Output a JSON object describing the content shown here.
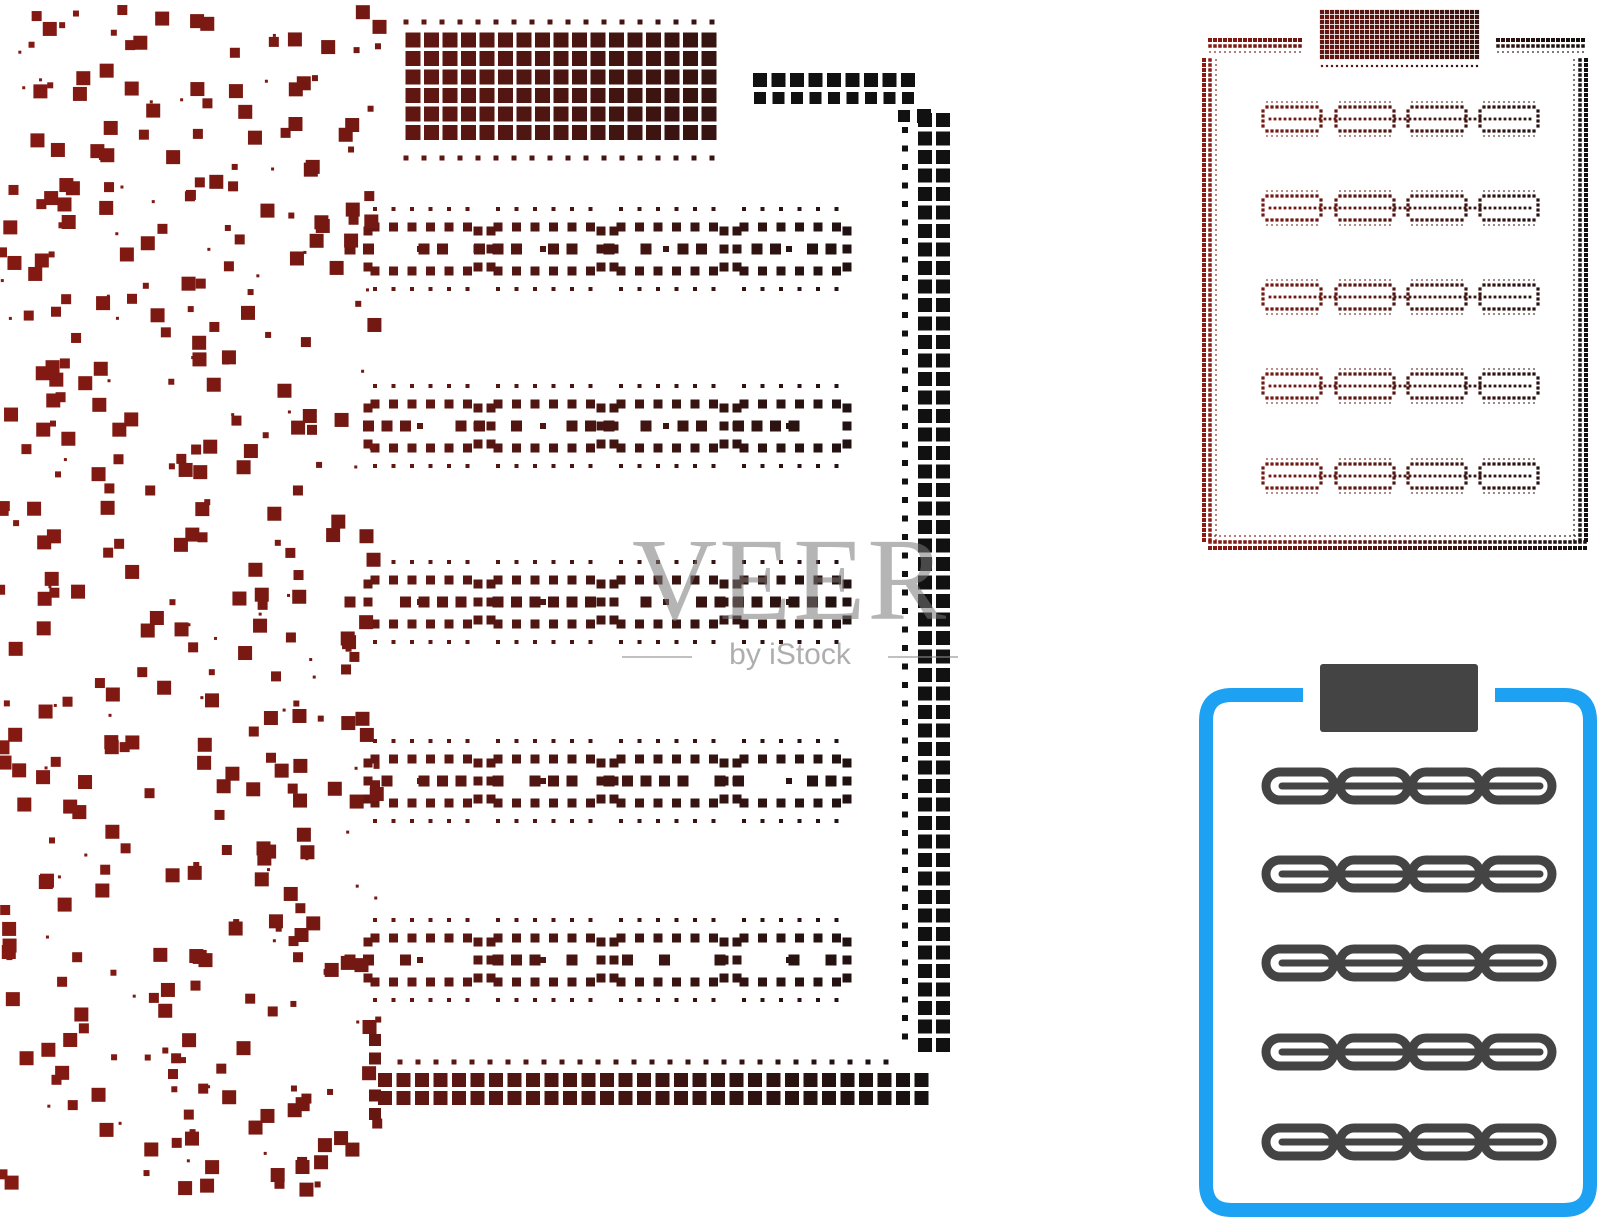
{
  "watermark": {
    "brand": "VEER",
    "sub": "by iStock"
  },
  "colors": {
    "halftone_dark": "#111111",
    "halftone_red": "#8b1a12",
    "solid_gray": "#444444",
    "solid_blue": "#1da1f2",
    "background": "#ffffff"
  },
  "icons": [
    {
      "name": "dispersed-halftone-chain-list-icon",
      "style": "halftone-dispersed-gradient"
    },
    {
      "name": "halftone-chain-list-icon",
      "style": "halftone-gradient"
    },
    {
      "name": "flat-chain-list-icon",
      "style": "flat-two-color"
    }
  ]
}
